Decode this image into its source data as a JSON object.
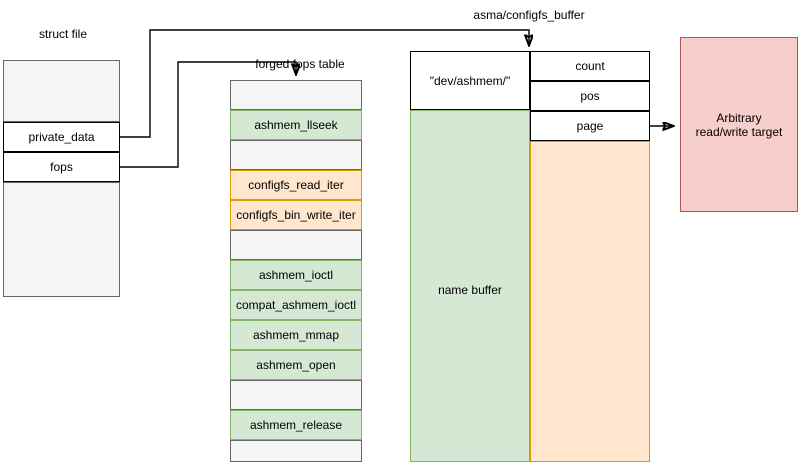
{
  "diagram": {
    "title_struct_file": "struct file",
    "title_fops_table": "forged fops table",
    "title_configfs_buffer": "asma/configfs_buffer"
  },
  "struct_file": {
    "rows": [
      {
        "label": "",
        "fill": "gray"
      },
      {
        "label": "private_data",
        "fill": "white"
      },
      {
        "label": "fops",
        "fill": "white"
      },
      {
        "label": "",
        "fill": "gray"
      }
    ]
  },
  "fops_table": {
    "rows": [
      {
        "label": "",
        "fill": "gray"
      },
      {
        "label": "ashmem_llseek",
        "fill": "green"
      },
      {
        "label": "",
        "fill": "gray"
      },
      {
        "label": "configfs_read_iter",
        "fill": "orange"
      },
      {
        "label": "configfs_bin_write_iter",
        "fill": "orange"
      },
      {
        "label": "",
        "fill": "gray"
      },
      {
        "label": "ashmem_ioctl",
        "fill": "green"
      },
      {
        "label": "compat_ashmem_ioctl",
        "fill": "green"
      },
      {
        "label": "ashmem_mmap",
        "fill": "green"
      },
      {
        "label": "ashmem_open",
        "fill": "green"
      },
      {
        "label": "",
        "fill": "gray"
      },
      {
        "label": "ashmem_release",
        "fill": "green"
      },
      {
        "label": "",
        "fill": "gray"
      }
    ]
  },
  "configfs_buffer": {
    "name_field": "\"dev/ashmem/\"",
    "name_buffer": "name buffer",
    "fields": [
      {
        "label": "count"
      },
      {
        "label": "pos"
      },
      {
        "label": "page"
      }
    ]
  },
  "target": {
    "label": "Arbitrary read/write target"
  },
  "colors": {
    "gray_fill": "#f5f5f5",
    "gray_stroke": "#666666",
    "white_fill": "#ffffff",
    "white_stroke": "#000000",
    "green_fill": "#d5e8d4",
    "green_stroke": "#82b366",
    "orange_fill": "#ffe6cc",
    "orange_stroke": "#d79b00",
    "pink_fill": "#f8cecc",
    "pink_stroke": "#b85450"
  }
}
